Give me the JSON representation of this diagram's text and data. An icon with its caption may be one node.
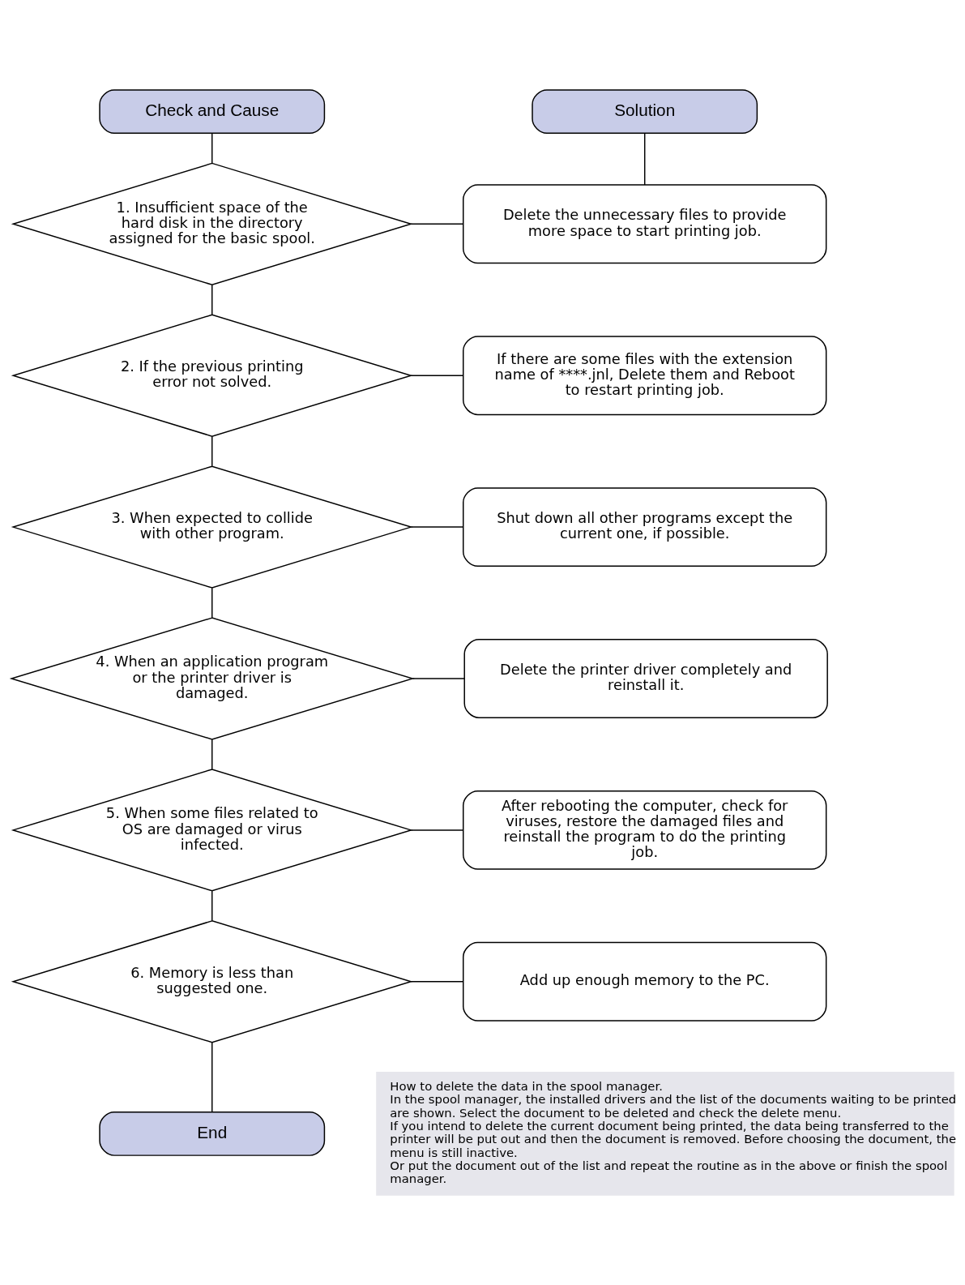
{
  "diagram": {
    "nodes": [
      {
        "text": [
          "Check and Cause"
        ]
      },
      {
        "text": [
          "Solution"
        ]
      },
      {
        "text": [
          "1. Insufficient space of the hard disk in the directory assigned for the basic spool."
        ]
      },
      {
        "text": [
          "2. If the previous printing error not solved."
        ]
      },
      {
        "text": [
          "3. When expected to collide with other program."
        ]
      },
      {
        "text": [
          "4. When an application program or the printer driver is damaged."
        ]
      },
      {
        "text": [
          "5. When some files related to OS are damaged or virus infected."
        ]
      },
      {
        "text": [
          "6. Memory is less than suggested one."
        ]
      },
      {
        "text": [
          "Delete the unnecessary files to provide more space to start printing job."
        ]
      },
      {
        "text": [
          "If there are some files with the extension name of ****.jnl, Delete them and Reboot to restart printing job."
        ]
      },
      {
        "text": [
          "Shut down all other programs except the current one, if possible."
        ]
      },
      {
        "text": [
          "Delete the printer driver completely and reinstall it."
        ]
      },
      {
        "text": [
          "After rebooting the computer, check for viruses, restore the damaged files and reinstall the program to do the printing job."
        ]
      },
      {
        "text": [
          "Add up enough memory to the PC."
        ]
      },
      {
        "text": [
          "End"
        ]
      },
      {
        "text": [
          "How to delete the data in the spool manager.",
          "In the spool manager, the installed drivers and the list of the documents waiting to be printed are shown. Select the document to be deleted and check the delete menu.",
          "If you intend to delete the current document being printed, the data being transferred to the printer will be put out and then the document is removed. Before choosing the document, the menu is still inactive.",
          "Or put the document out of the list and repeat the routine as in the above or finish the spool manager."
        ]
      }
    ],
    "edges": [
      {
        "from": 0,
        "to": 2,
        "arrow": "none"
      },
      {
        "from": 1,
        "to": 8,
        "arrow": "none"
      },
      {
        "from": 2,
        "to": 3,
        "arrow": "none"
      },
      {
        "from": 3,
        "to": 4,
        "arrow": "none"
      },
      {
        "from": 4,
        "to": 5,
        "arrow": "none"
      },
      {
        "from": 5,
        "to": 6,
        "arrow": "none"
      },
      {
        "from": 6,
        "to": 7,
        "arrow": "none"
      },
      {
        "from": 7,
        "to": 14,
        "arrow": "none"
      },
      {
        "from": 2,
        "to": 8,
        "arrow": "none"
      },
      {
        "from": 3,
        "to": 9,
        "arrow": "none"
      },
      {
        "from": 4,
        "to": 10,
        "arrow": "none"
      },
      {
        "from": 5,
        "to": 11,
        "arrow": "none"
      },
      {
        "from": 6,
        "to": 12,
        "arrow": "none"
      },
      {
        "from": 7,
        "to": 13,
        "arrow": "none"
      }
    ]
  }
}
